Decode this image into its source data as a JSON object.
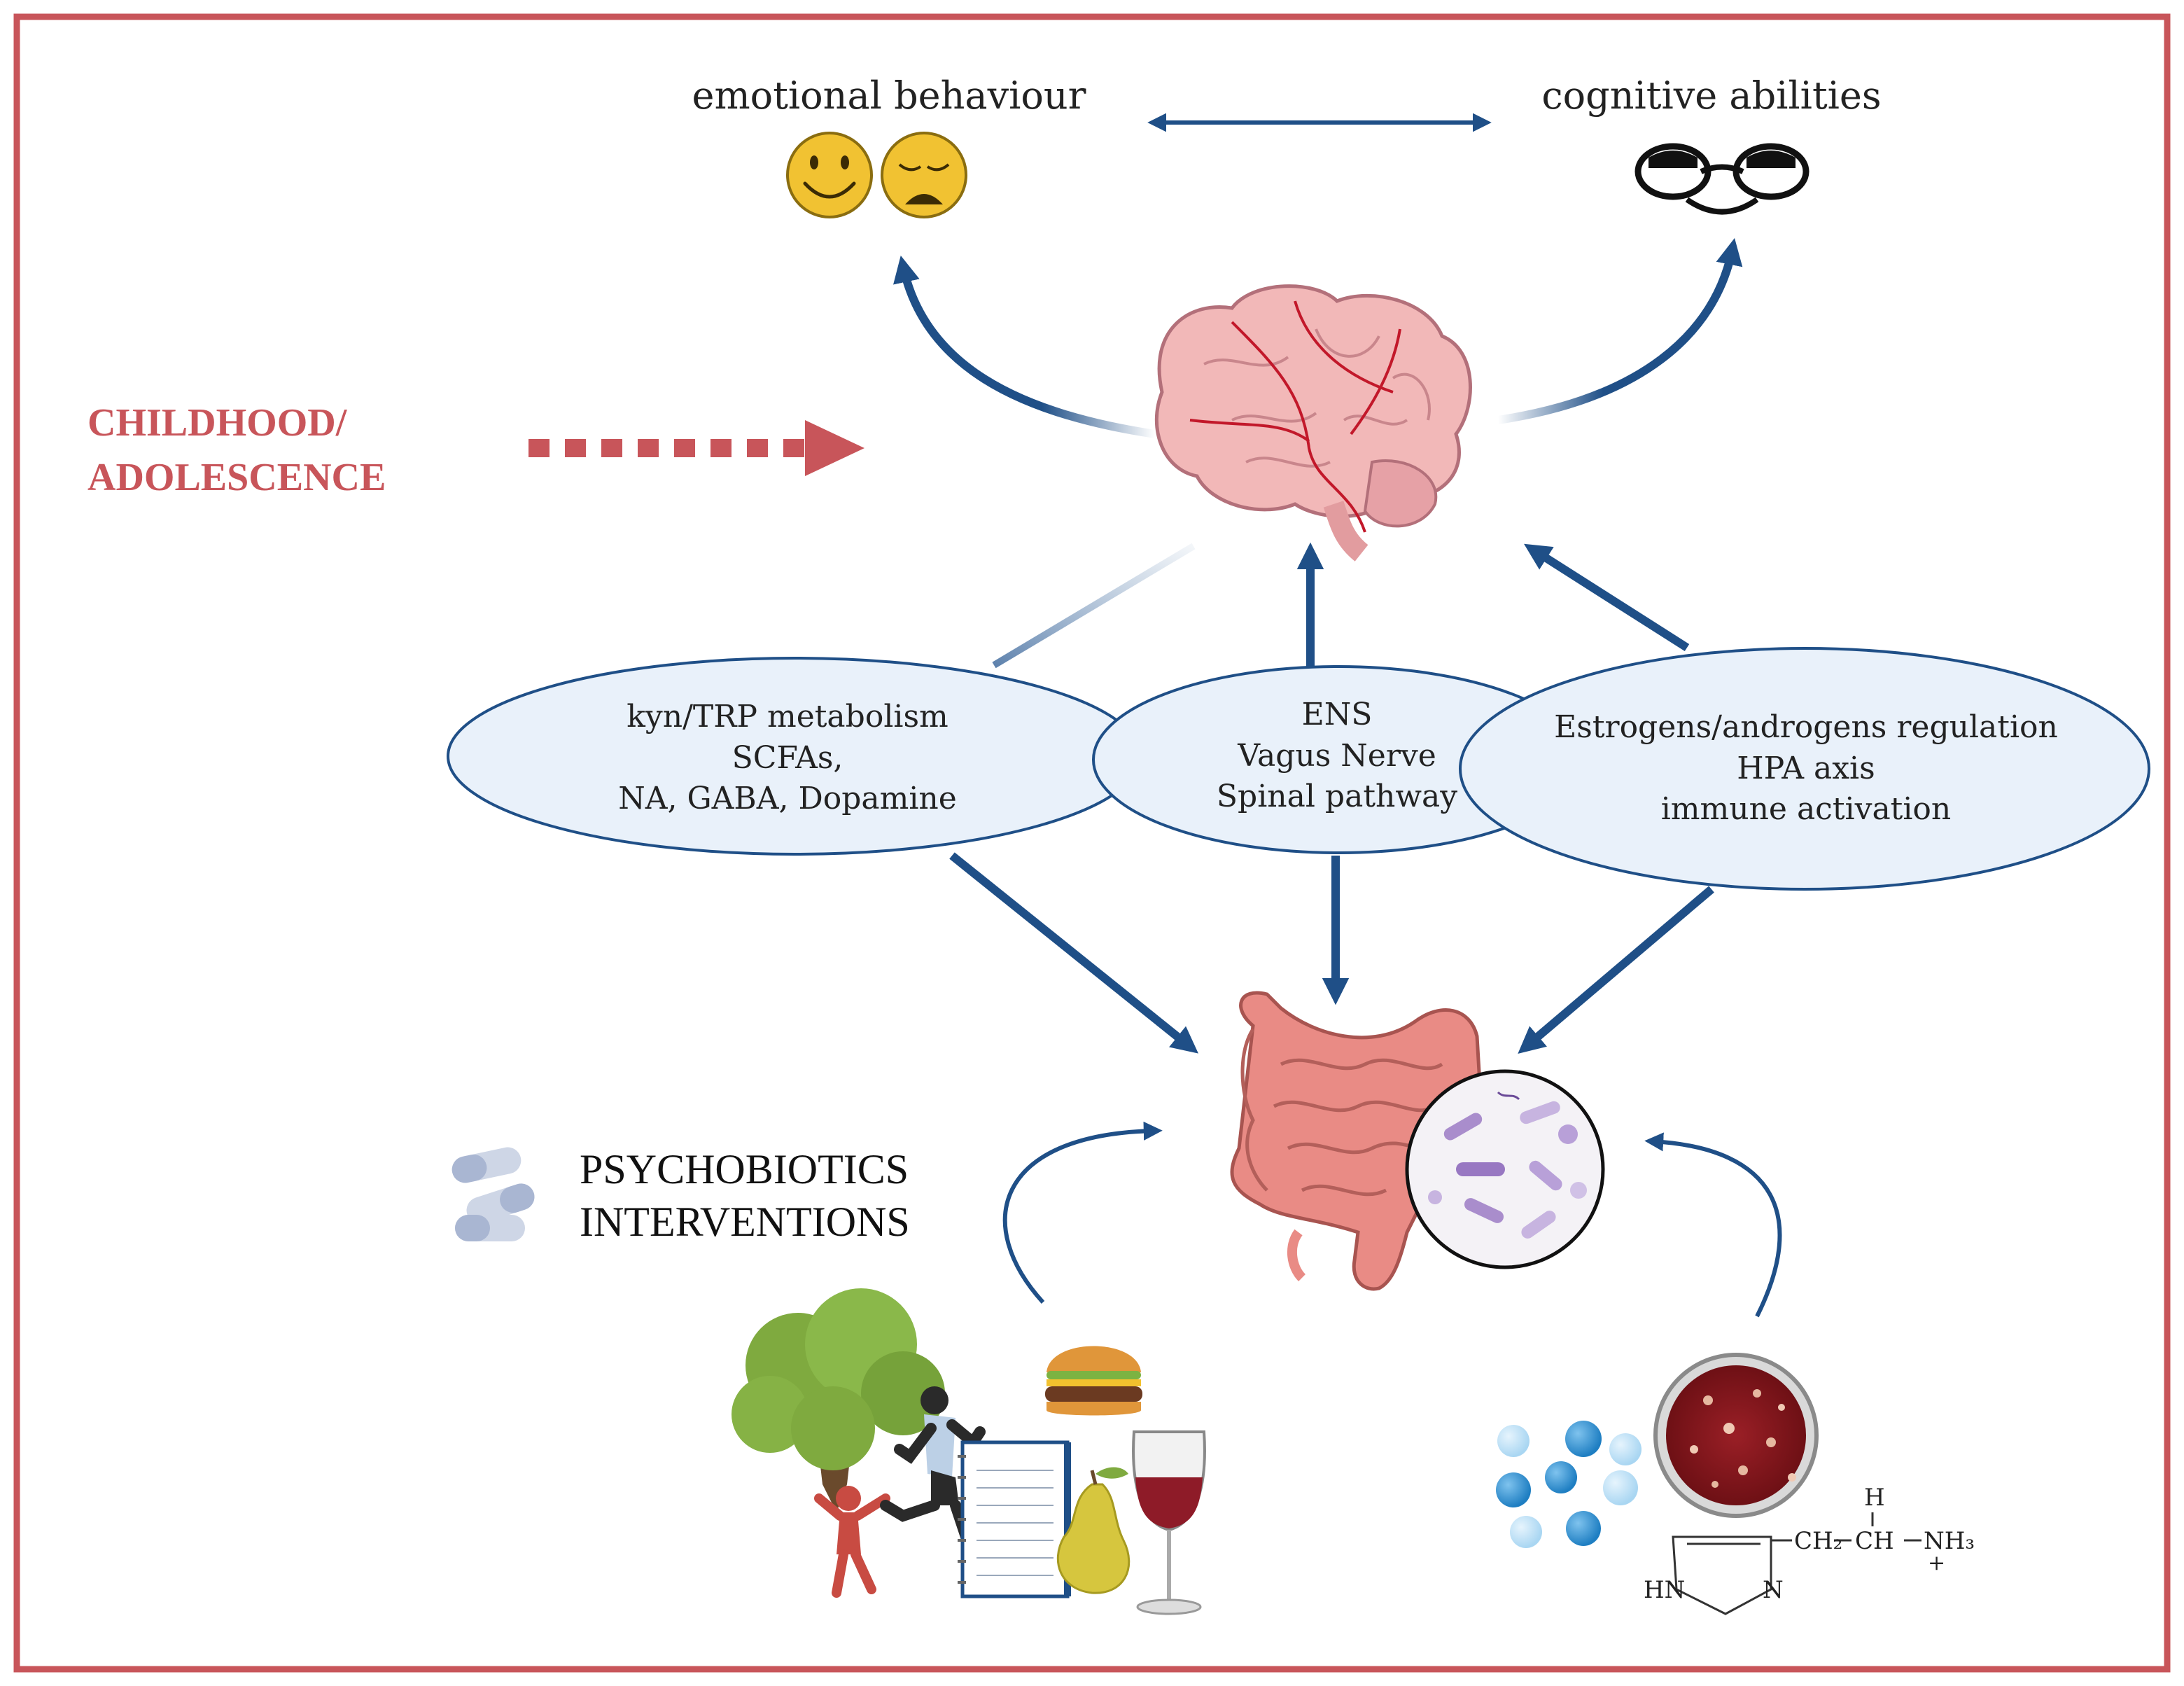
{
  "colors": {
    "frame": "#c8555a",
    "arrow": "#1f4f87",
    "ellipse_fill": "#e9f1fa",
    "ellipse_stroke": "#1f4f87",
    "childhood": "#c8555a"
  },
  "top": {
    "emotional": "emotional behaviour",
    "cognitive": "cognitive abilities"
  },
  "side": {
    "childhood_line1": "CHILDHOOD/",
    "childhood_line2": "ADOLESCENCE"
  },
  "ellipses": {
    "left": [
      "kyn/TRP metabolism",
      "SCFAs,",
      "NA, GABA, Dopamine"
    ],
    "center": [
      "ENS",
      "Vagus Nerve",
      "Spinal pathway"
    ],
    "right": [
      "Estrogens/androgens regulation",
      "HPA axis",
      "immune activation"
    ]
  },
  "interventions": {
    "line1": "PSYCHOBIOTICS",
    "line2": "INTERVENTIONS"
  },
  "chem": {
    "h": "H",
    "ch2": "CH₂",
    "ch": "CH",
    "nh3": "NH₃",
    "plus": "+",
    "hn": "HN",
    "n": "N"
  },
  "icons": [
    "happy-face-icon",
    "sad-face-icon",
    "glasses-icon",
    "brain-icon",
    "intestine-icon",
    "bacteria-circle-icon",
    "pills-icon",
    "tree-icon",
    "runner-icon",
    "child-icon",
    "notebook-icon",
    "burger-icon",
    "pear-icon",
    "wine-glass-icon",
    "molecules-icon",
    "petri-dish-icon"
  ]
}
